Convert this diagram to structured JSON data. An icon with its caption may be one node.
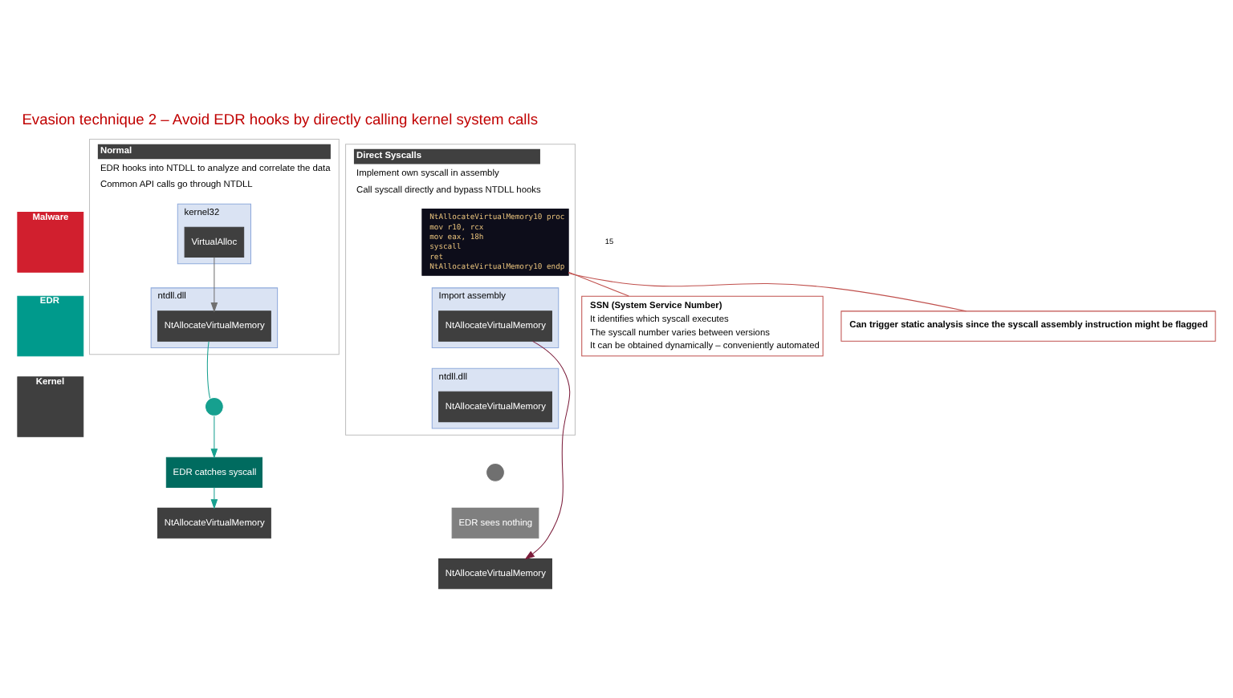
{
  "diagram": {
    "title": "Evasion technique 2 – Avoid EDR hooks by directly calling kernel system calls",
    "nodes": [
      {
        "text": [
          "Malware"
        ]
      },
      {
        "text": [
          "Normal",
          "EDR hooks into NTDLL to analyze and correlate the data",
          "Common API calls go through NTDLL"
        ]
      },
      {
        "text": [
          "kernel32"
        ],
        "in": 1
      },
      {
        "text": [
          "VirtualAlloc"
        ],
        "in": 2
      },
      {
        "text": [
          "ntdll.dll"
        ],
        "in": 1
      },
      {
        "text": [
          "NtAllocateVirtualMemory"
        ],
        "in": 4
      },
      {
        "text": [],
        "shape": "circle"
      },
      {
        "text": [
          "Direct Syscalls",
          "Implement own syscall in assembly",
          "Call syscall directly and bypass NTDLL hooks"
        ]
      },
      {
        "text": [
          "NtAllocateVirtualMemory10 proc",
          "mov r10, rcx",
          "mov eax, 18h",
          "syscall",
          "ret",
          "NtAllocateVirtualMemory10 endp"
        ],
        "in": 7
      },
      {
        "text": [
          "Import assembly"
        ],
        "in": 7
      },
      {
        "text": [
          "NtAllocateVirtualMemory"
        ],
        "in": 9
      },
      {
        "text": [
          "ntdll.dll"
        ],
        "in": 7
      },
      {
        "text": [
          "NtAllocateVirtualMemory"
        ],
        "in": 11
      },
      {
        "text": [],
        "shape": "circle"
      },
      {
        "text": [
          "SSN (System Service Number)",
          "It identifies which syscall executes",
          "The syscall number varies between versions",
          "It can be obtained dynamically – conveniently automated"
        ]
      },
      {
        "text": [
          "Can trigger static analysis since the syscall assembly instruction might be flagged"
        ]
      },
      {
        "text": [
          "EDR"
        ]
      },
      {
        "text": [
          "EDR catches syscall"
        ]
      },
      {
        "text": [
          "EDR sees nothing"
        ]
      },
      {
        "text": [
          "Kernel"
        ]
      },
      {
        "text": [
          "NtAllocateVirtualMemory"
        ]
      },
      {
        "text": [
          "NtAllocateVirtualMemory"
        ]
      }
    ],
    "edges": [
      {
        "from": 3,
        "to": 5,
        "arrow": "to"
      },
      {
        "from": 5,
        "to": 6,
        "arrow": "none",
        "color": "#16a08f"
      },
      {
        "from": 6,
        "to": 17,
        "arrow": "to",
        "color": "#16a08f"
      },
      {
        "from": 17,
        "to": 20,
        "arrow": "to",
        "color": "#16a08f"
      },
      {
        "from": 8,
        "to": 14,
        "arrow": "none",
        "color": "#c0504d"
      },
      {
        "from": 8,
        "to": 15,
        "arrow": "none",
        "color": "#c0504d"
      },
      {
        "from": 10,
        "to": 21,
        "arrow": "to",
        "color": "#7b1c3a"
      }
    ],
    "labels": [
      "15"
    ]
  }
}
